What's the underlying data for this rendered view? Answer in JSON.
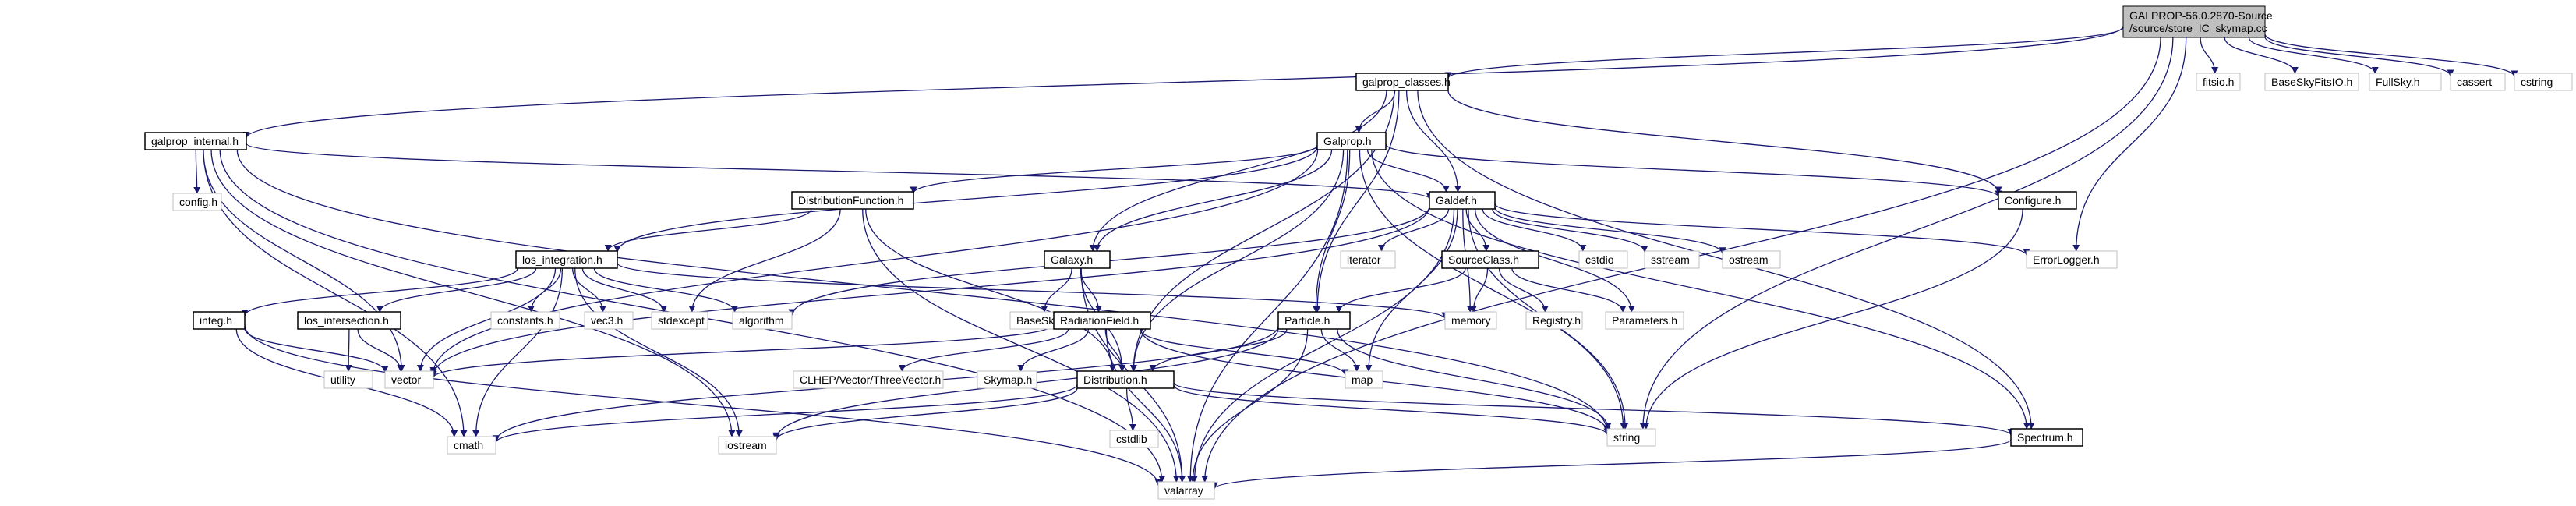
{
  "diagram": {
    "kind": "include-dependency-graph",
    "colors": {
      "edge": "#191970",
      "root_fill": "#bfbfbf",
      "doc_border": "#000000",
      "sys_border": "#bfbfbf"
    },
    "nodes": [
      {
        "id": "root",
        "lines": [
          "GALPROP-56.0.2870-Source",
          "/source/store_IC_skymap.cc"
        ],
        "style": "root"
      },
      {
        "id": "galprop_classes",
        "lines": [
          "galprop_classes.h"
        ],
        "style": "doc"
      },
      {
        "id": "fitsio",
        "lines": [
          "fitsio.h"
        ],
        "style": "sys"
      },
      {
        "id": "baseskyfitsio",
        "lines": [
          "BaseSkyFitsIO.h"
        ],
        "style": "sys"
      },
      {
        "id": "fullsky",
        "lines": [
          "FullSky.h"
        ],
        "style": "sys"
      },
      {
        "id": "cassert",
        "lines": [
          "cassert"
        ],
        "style": "sys"
      },
      {
        "id": "cstring",
        "lines": [
          "cstring"
        ],
        "style": "sys"
      },
      {
        "id": "galprop_internal",
        "lines": [
          "galprop_internal.h"
        ],
        "style": "doc"
      },
      {
        "id": "galprop",
        "lines": [
          "Galprop.h"
        ],
        "style": "doc"
      },
      {
        "id": "config",
        "lines": [
          "config.h"
        ],
        "style": "sys"
      },
      {
        "id": "distfunc",
        "lines": [
          "DistributionFunction.h"
        ],
        "style": "doc"
      },
      {
        "id": "galdef",
        "lines": [
          "Galdef.h"
        ],
        "style": "doc"
      },
      {
        "id": "configure",
        "lines": [
          "Configure.h"
        ],
        "style": "doc"
      },
      {
        "id": "los_integration",
        "lines": [
          "los_integration.h"
        ],
        "style": "doc"
      },
      {
        "id": "galaxy",
        "lines": [
          "Galaxy.h"
        ],
        "style": "doc"
      },
      {
        "id": "iterator",
        "lines": [
          "iterator"
        ],
        "style": "sys"
      },
      {
        "id": "sourceclass",
        "lines": [
          "SourceClass.h"
        ],
        "style": "doc"
      },
      {
        "id": "cstdio",
        "lines": [
          "cstdio"
        ],
        "style": "sys"
      },
      {
        "id": "sstream",
        "lines": [
          "sstream"
        ],
        "style": "sys"
      },
      {
        "id": "ostream",
        "lines": [
          "ostream"
        ],
        "style": "sys"
      },
      {
        "id": "errorlogger",
        "lines": [
          "ErrorLogger.h"
        ],
        "style": "sys"
      },
      {
        "id": "integ",
        "lines": [
          "integ.h"
        ],
        "style": "doc"
      },
      {
        "id": "los_intersection",
        "lines": [
          "los_intersection.h"
        ],
        "style": "doc"
      },
      {
        "id": "constants",
        "lines": [
          "constants.h"
        ],
        "style": "sys"
      },
      {
        "id": "vec3",
        "lines": [
          "vec3.h"
        ],
        "style": "sys"
      },
      {
        "id": "stdexcept",
        "lines": [
          "stdexcept"
        ],
        "style": "sys"
      },
      {
        "id": "algorithm",
        "lines": [
          "algorithm"
        ],
        "style": "sys"
      },
      {
        "id": "baseskyh",
        "lines": [
          "BaseSky.h"
        ],
        "style": "sys"
      },
      {
        "id": "radiationfield",
        "lines": [
          "RadiationField.h"
        ],
        "style": "doc"
      },
      {
        "id": "memory",
        "lines": [
          "memory"
        ],
        "style": "sys"
      },
      {
        "id": "particle",
        "lines": [
          "Particle.h"
        ],
        "style": "doc"
      },
      {
        "id": "registry",
        "lines": [
          "Registry.h"
        ],
        "style": "sys"
      },
      {
        "id": "parameters",
        "lines": [
          "Parameters.h"
        ],
        "style": "sys"
      },
      {
        "id": "utility",
        "lines": [
          "utility"
        ],
        "style": "sys"
      },
      {
        "id": "vector",
        "lines": [
          "vector"
        ],
        "style": "sys"
      },
      {
        "id": "threevector",
        "lines": [
          "CLHEP/Vector/ThreeVector.h"
        ],
        "style": "sys"
      },
      {
        "id": "skymap",
        "lines": [
          "Skymap.h"
        ],
        "style": "sys"
      },
      {
        "id": "distribution",
        "lines": [
          "Distribution.h"
        ],
        "style": "doc"
      },
      {
        "id": "map",
        "lines": [
          "map"
        ],
        "style": "sys"
      },
      {
        "id": "string",
        "lines": [
          "string"
        ],
        "style": "sys"
      },
      {
        "id": "spectrum",
        "lines": [
          "Spectrum.h"
        ],
        "style": "doc"
      },
      {
        "id": "cstdlib",
        "lines": [
          "cstdlib"
        ],
        "style": "sys"
      },
      {
        "id": "iostream",
        "lines": [
          "iostream"
        ],
        "style": "sys"
      },
      {
        "id": "cmath",
        "lines": [
          "cmath"
        ],
        "style": "sys"
      },
      {
        "id": "valarray",
        "lines": [
          "valarray"
        ],
        "style": "sys"
      }
    ],
    "edges": [
      [
        "root",
        "galprop_classes"
      ],
      [
        "root",
        "fitsio"
      ],
      [
        "root",
        "baseskyfitsio"
      ],
      [
        "root",
        "fullsky"
      ],
      [
        "root",
        "cassert"
      ],
      [
        "root",
        "cstring"
      ],
      [
        "root",
        "galprop_internal"
      ],
      [
        "root",
        "errorlogger"
      ],
      [
        "root",
        "string"
      ],
      [
        "root",
        "valarray"
      ],
      [
        "galprop_classes",
        "galprop"
      ],
      [
        "galprop_classes",
        "galdef"
      ],
      [
        "galprop_classes",
        "configure"
      ],
      [
        "galprop_classes",
        "galaxy"
      ],
      [
        "galprop_classes",
        "particle"
      ],
      [
        "galprop_classes",
        "distribution"
      ],
      [
        "galprop_classes",
        "spectrum"
      ],
      [
        "galprop_internal",
        "config"
      ],
      [
        "galprop_internal",
        "galdef"
      ],
      [
        "galprop_internal",
        "iostream"
      ],
      [
        "galprop_internal",
        "cmath"
      ],
      [
        "galprop_internal",
        "valarray"
      ],
      [
        "galprop_internal",
        "string"
      ],
      [
        "galprop_internal",
        "vector"
      ],
      [
        "galprop",
        "distfunc"
      ],
      [
        "galprop",
        "galdef"
      ],
      [
        "galprop",
        "configure"
      ],
      [
        "galprop",
        "los_integration"
      ],
      [
        "galprop",
        "galaxy"
      ],
      [
        "galprop",
        "particle"
      ],
      [
        "galprop",
        "distribution"
      ],
      [
        "galprop",
        "spectrum"
      ],
      [
        "galprop",
        "string"
      ],
      [
        "galprop",
        "valarray"
      ],
      [
        "galprop",
        "vector"
      ],
      [
        "distfunc",
        "los_integration"
      ],
      [
        "distfunc",
        "distribution"
      ],
      [
        "distfunc",
        "valarray"
      ],
      [
        "distfunc",
        "stdexcept"
      ],
      [
        "galdef",
        "iterator"
      ],
      [
        "galdef",
        "sourceclass"
      ],
      [
        "galdef",
        "cstdio"
      ],
      [
        "galdef",
        "sstream"
      ],
      [
        "galdef",
        "ostream"
      ],
      [
        "galdef",
        "errorlogger"
      ],
      [
        "galdef",
        "string"
      ],
      [
        "galdef",
        "vector"
      ],
      [
        "galdef",
        "valarray"
      ],
      [
        "galdef",
        "map"
      ],
      [
        "galdef",
        "memory"
      ],
      [
        "galdef",
        "parameters"
      ],
      [
        "galdef",
        "algorithm"
      ],
      [
        "configure",
        "string"
      ],
      [
        "los_integration",
        "integ"
      ],
      [
        "los_integration",
        "los_intersection"
      ],
      [
        "los_integration",
        "constants"
      ],
      [
        "los_integration",
        "vec3"
      ],
      [
        "los_integration",
        "stdexcept"
      ],
      [
        "los_integration",
        "algorithm"
      ],
      [
        "los_integration",
        "vector"
      ],
      [
        "los_integration",
        "cmath"
      ],
      [
        "los_integration",
        "memory"
      ],
      [
        "los_integration",
        "iostream"
      ],
      [
        "galaxy",
        "baseskyh"
      ],
      [
        "galaxy",
        "radiationfield"
      ],
      [
        "galaxy",
        "distribution"
      ],
      [
        "galaxy",
        "valarray"
      ],
      [
        "sourceclass",
        "particle"
      ],
      [
        "sourceclass",
        "memory"
      ],
      [
        "sourceclass",
        "registry"
      ],
      [
        "sourceclass",
        "parameters"
      ],
      [
        "integ",
        "vector"
      ],
      [
        "integ",
        "cmath"
      ],
      [
        "integ",
        "valarray"
      ],
      [
        "los_intersection",
        "utility"
      ],
      [
        "los_intersection",
        "vector"
      ],
      [
        "radiationfield",
        "vector"
      ],
      [
        "radiationfield",
        "threevector"
      ],
      [
        "radiationfield",
        "skymap"
      ],
      [
        "radiationfield",
        "distribution"
      ],
      [
        "radiationfield",
        "map"
      ],
      [
        "radiationfield",
        "string"
      ],
      [
        "radiationfield",
        "valarray"
      ],
      [
        "particle",
        "distribution"
      ],
      [
        "particle",
        "map"
      ],
      [
        "particle",
        "string"
      ],
      [
        "particle",
        "valarray"
      ],
      [
        "particle",
        "cmath"
      ],
      [
        "particle",
        "iostream"
      ],
      [
        "distribution",
        "cstdlib"
      ],
      [
        "distribution",
        "iostream"
      ],
      [
        "distribution",
        "cmath"
      ],
      [
        "distribution",
        "string"
      ],
      [
        "distribution",
        "spectrum"
      ],
      [
        "spectrum",
        "valarray"
      ]
    ]
  }
}
